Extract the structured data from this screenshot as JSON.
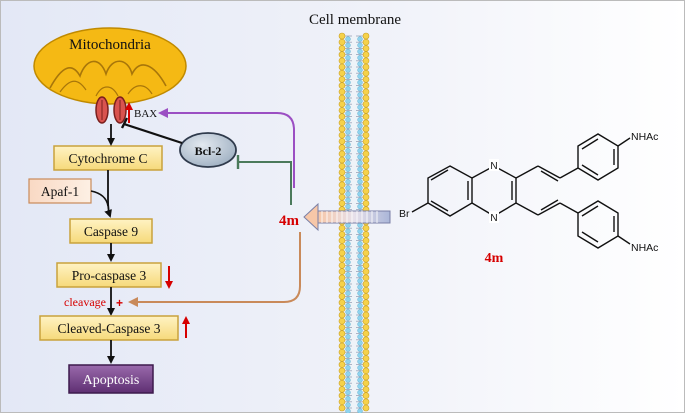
{
  "membrane": {
    "label": "Cell membrane"
  },
  "pathway": {
    "mitochondria": "Mitochondria",
    "bax": "BAX",
    "bcl2": "Bcl-2",
    "cytochrome_c": "Cytochrome C",
    "apaf1": "Apaf-1",
    "caspase9": "Caspase 9",
    "pro_caspase3": "Pro-caspase 3",
    "cleavage": "cleavage",
    "plus": "+",
    "cleaved_caspase3": "Cleaved-Caspase 3",
    "apoptosis": "Apoptosis",
    "compound_label": "4m"
  },
  "structure": {
    "compound_name": "4m",
    "substituent_top": "NHAc",
    "substituent_bottom": "NHAc",
    "halogen": "Br",
    "ring_n_top": "N",
    "ring_n_bottom": "N"
  },
  "colors": {
    "box_fill": "#fbe7a8",
    "box_border": "#c9a23c",
    "mito_fill": "#f5b914",
    "bax_red": "#d9534f",
    "compound_red": "#d60000",
    "bax_arrow": "#9b4fc3",
    "inhibit_green": "#4b7a5b",
    "cleavage_arrow": "#c98a5a",
    "apoptosis_fill": "#7a4a8c",
    "membrane_yellow": "#f6d24a",
    "membrane_blue": "#8fd3ee"
  }
}
